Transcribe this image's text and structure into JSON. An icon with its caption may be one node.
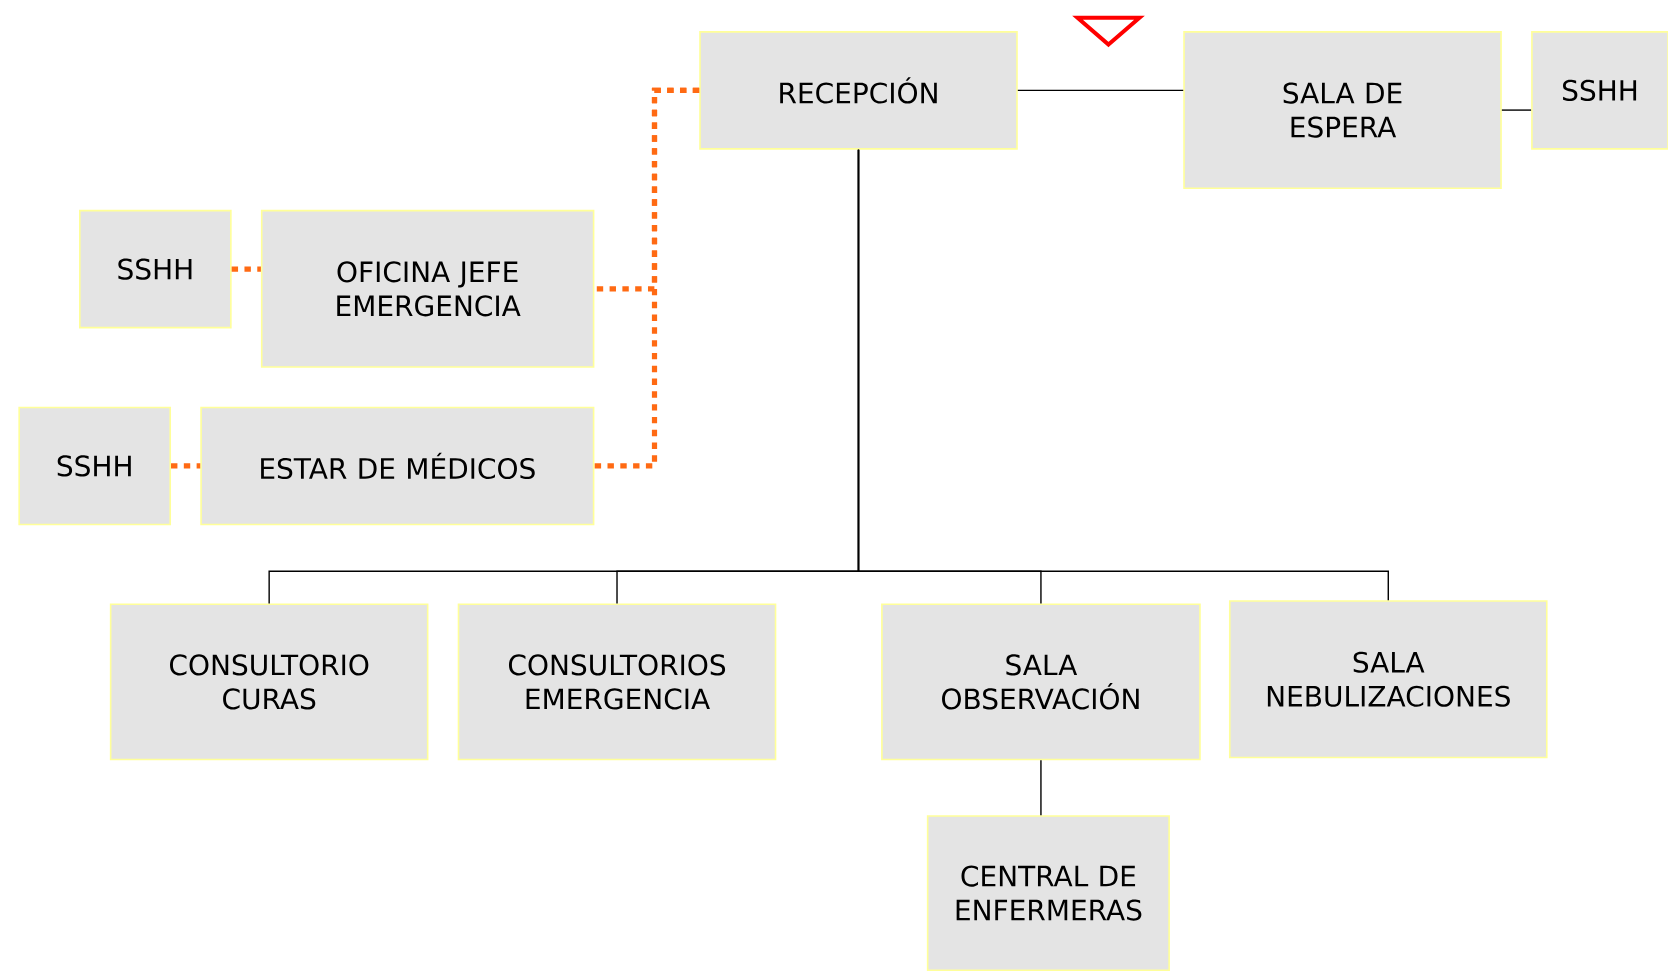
{
  "diagram": {
    "nodes": [
      {
        "text": [
          "RECEPCIÓN"
        ]
      },
      {
        "text": [
          "SALA DE ESPERA"
        ]
      },
      {
        "text": [
          "SSHH"
        ]
      },
      {
        "text": [
          "SSHH"
        ]
      },
      {
        "text": [
          "OFICINA JEFE EMERGENCIA"
        ]
      },
      {
        "text": [
          "SSHH"
        ]
      },
      {
        "text": [
          "ESTAR DE MÉDICOS"
        ]
      },
      {
        "text": [
          "CONSULTORIO CURAS"
        ]
      },
      {
        "text": [
          "CONSULTORIOS EMERGENCIA"
        ]
      },
      {
        "text": [
          "SALA OBSERVACIÓN"
        ]
      },
      {
        "text": [
          "SALA NEBULIZACIONES"
        ]
      },
      {
        "text": [
          "CENTRAL DE ENFERMERAS"
        ]
      },
      {
        "text": [],
        "shape": "triangle"
      }
    ],
    "edges": [
      {
        "from": 0,
        "to": 1,
        "arrow": "none"
      },
      {
        "from": 1,
        "to": 2,
        "arrow": "none"
      },
      {
        "from": 0,
        "to": 4,
        "arrow": "none",
        "style": "dashed",
        "color": "#ff6a13"
      },
      {
        "from": 0,
        "to": 6,
        "arrow": "none",
        "style": "dashed",
        "color": "#ff6a13"
      },
      {
        "from": 3,
        "to": 4,
        "arrow": "none",
        "style": "dashed",
        "color": "#ff6a13"
      },
      {
        "from": 5,
        "to": 6,
        "arrow": "none",
        "style": "dashed",
        "color": "#ff6a13"
      },
      {
        "from": 0,
        "to": 7,
        "arrow": "none"
      },
      {
        "from": 0,
        "to": 8,
        "arrow": "none"
      },
      {
        "from": 0,
        "to": 9,
        "arrow": "none"
      },
      {
        "from": 0,
        "to": 10,
        "arrow": "none"
      },
      {
        "from": 9,
        "to": 11,
        "arrow": "none"
      }
    ]
  }
}
